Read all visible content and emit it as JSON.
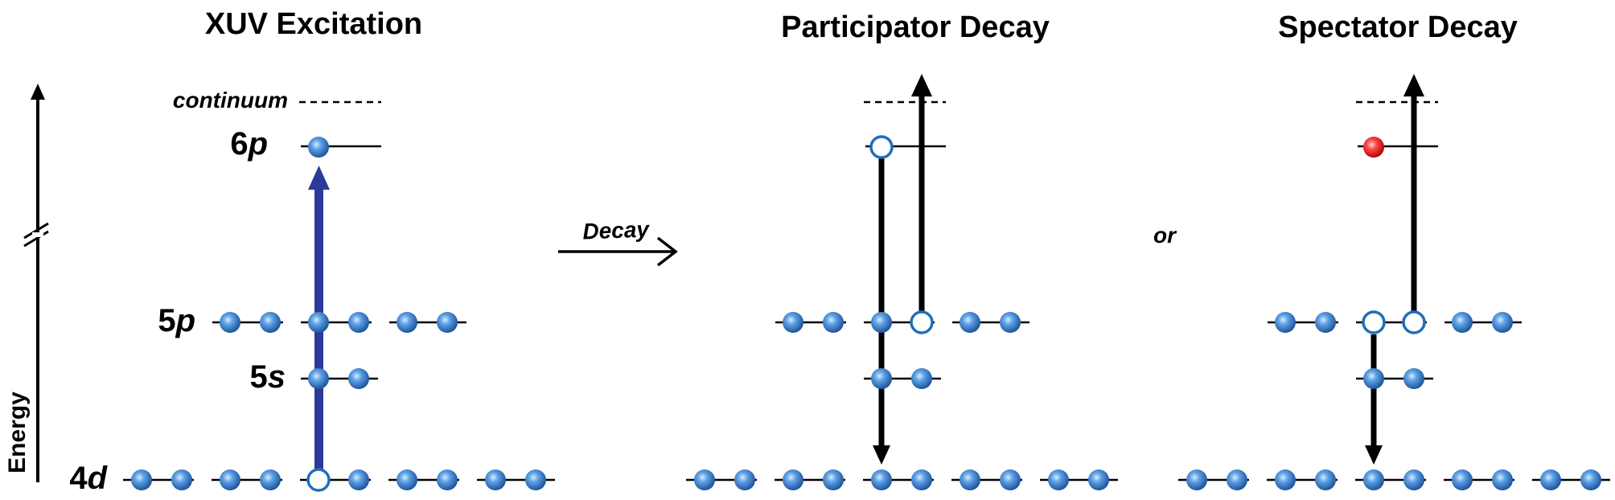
{
  "panels": {
    "excitation": {
      "title": "XUV Excitation"
    },
    "participator": {
      "title": "Participator Decay"
    },
    "spectator": {
      "title": "Spectator Decay"
    }
  },
  "levels": {
    "continuum": "continuum",
    "p6_num": "6",
    "p6_orb": "p",
    "p5_num": "5",
    "p5_orb": "p",
    "s5_num": "5",
    "s5_orb": "s",
    "d4_num": "4",
    "d4_orb": "d"
  },
  "axis": {
    "label": "Energy"
  },
  "decay_label": "Decay",
  "or_label": "or",
  "colors": {
    "electron": "#2f6fbf",
    "hole_stroke": "#1f6fb8",
    "excited_electron": "#e02020",
    "excitation_arrow": "#2b3a9a",
    "line": "#000000"
  }
}
